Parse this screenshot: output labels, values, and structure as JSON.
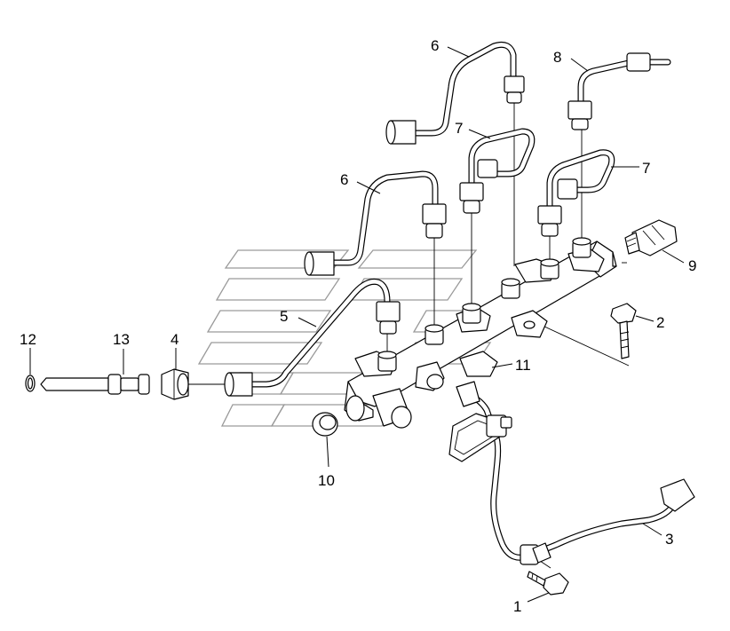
{
  "callouts": {
    "c1": "1",
    "c2": "2",
    "c3": "3",
    "c4": "4",
    "c5": "5",
    "c6a": "6",
    "c6b": "6",
    "c7a": "7",
    "c7b": "7",
    "c8": "8",
    "c9": "9",
    "c10": "10",
    "c11": "11",
    "c12": "12",
    "c13": "13"
  }
}
